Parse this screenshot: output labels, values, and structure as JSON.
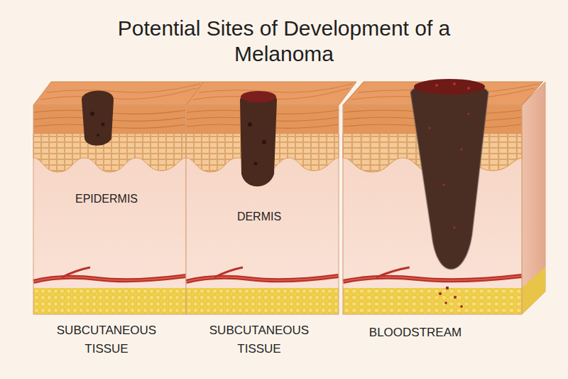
{
  "diagram": {
    "title": "Potential Sites of Development of a Melanoma",
    "labels": [
      "EPIDERMIS",
      "DERMIS",
      "SUBCUTANEOUS TISSUE",
      "SUBCUTANEOUS TISSUE",
      "BLOODSTREAM"
    ]
  }
}
